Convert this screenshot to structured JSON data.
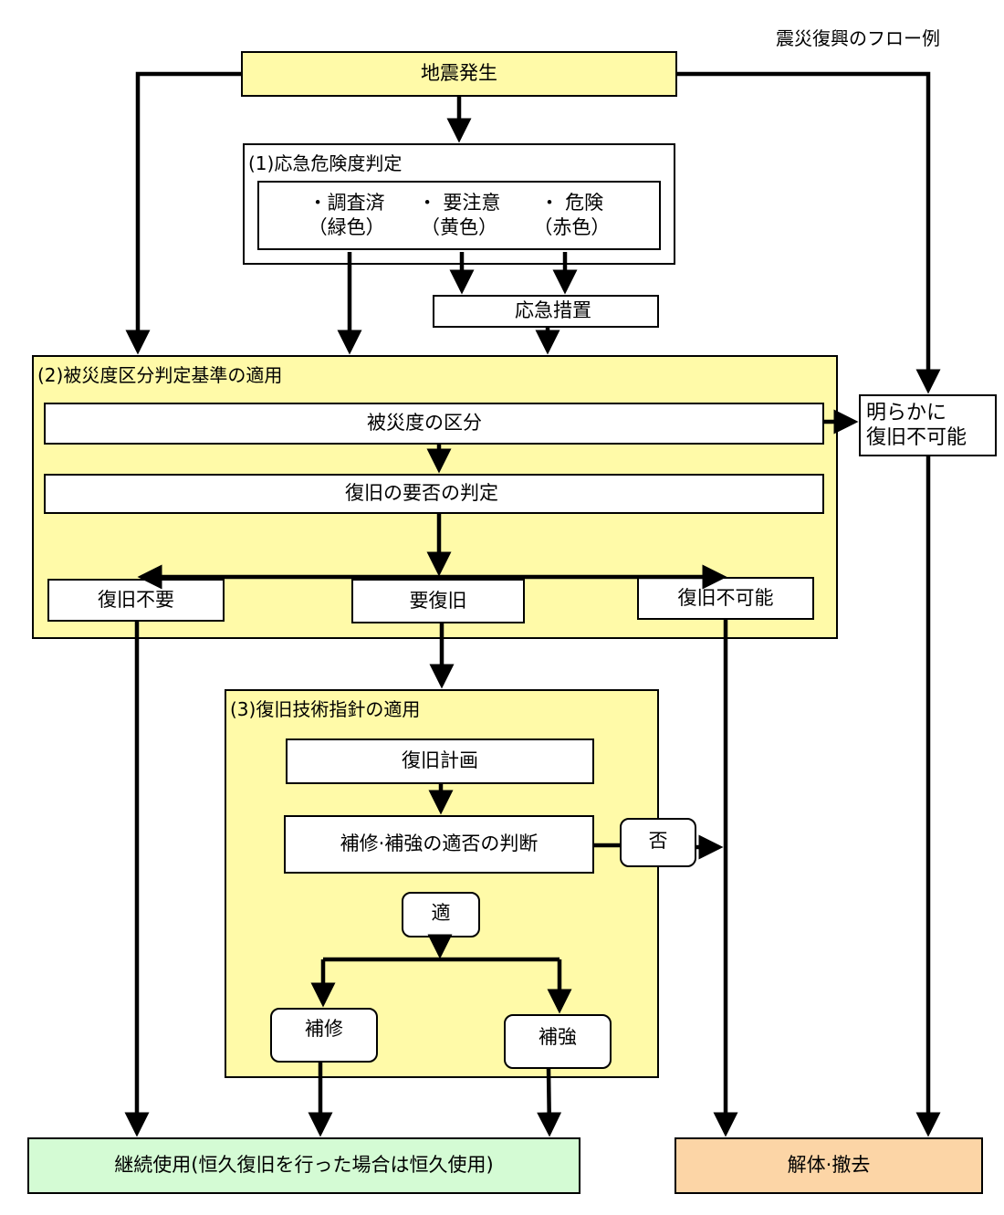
{
  "title": "震災復興のフロー例",
  "start": "地震発生",
  "step1": {
    "title": "(1)応急危険度判定",
    "results": [
      {
        "label": "・調査済",
        "color": "（緑色）"
      },
      {
        "label": "・ 要注意",
        "color": "（黄色）"
      },
      {
        "label": "・ 危険",
        "color": "（赤色）"
      }
    ],
    "emergency": "応急措置"
  },
  "step2": {
    "title": "(2)被災度区分判定基準の適用",
    "classify": "被災度の区分",
    "judge": "復旧の要否の判定",
    "outcomes": {
      "not_needed": "復旧不要",
      "needed": "要復旧",
      "impossible": "復旧不可能"
    }
  },
  "obviously_impossible": {
    "line1": "明らかに",
    "line2": "復旧不可能"
  },
  "step3": {
    "title": "(3)復旧技術指針の適用",
    "plan": "復旧計画",
    "judge": "補修·補強の適否の判断",
    "no": "否",
    "yes": "適",
    "repair": "補修",
    "reinforce": "補強"
  },
  "end": {
    "continue_use": "継続使用(恒久復旧を行った場合は恒久使用)",
    "demolish": "解体·撤去"
  }
}
